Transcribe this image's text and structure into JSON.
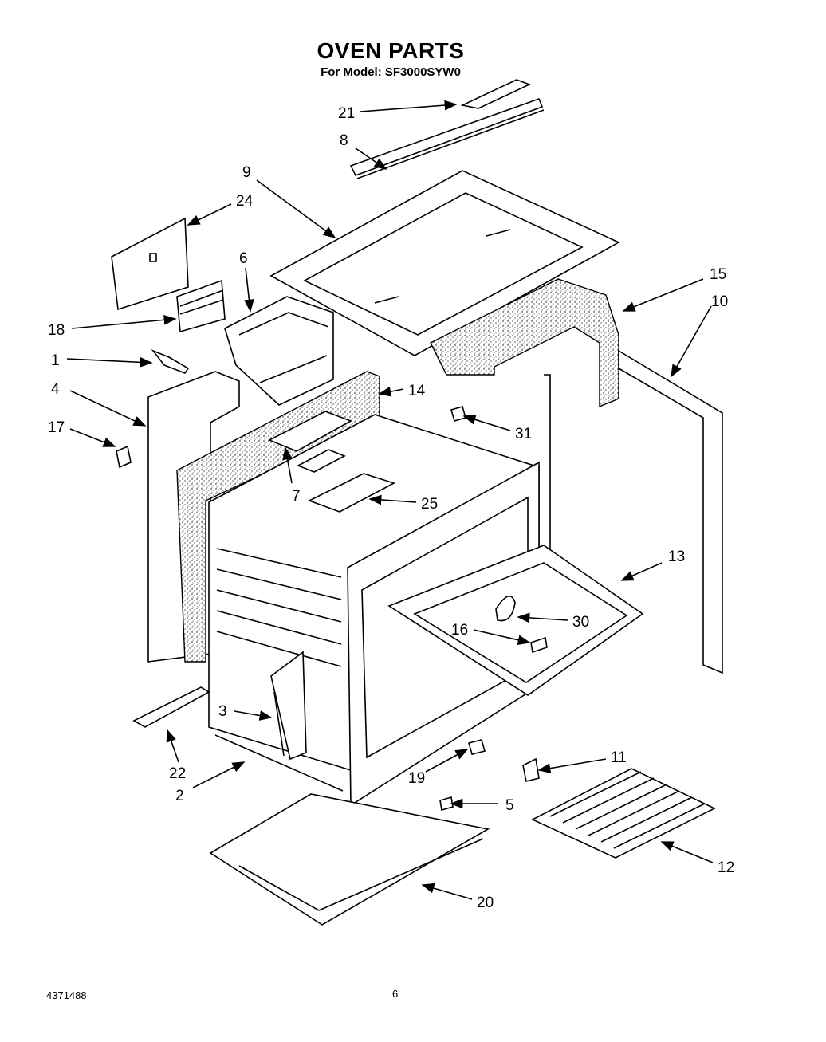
{
  "header": {
    "title": "OVEN PARTS",
    "subtitle": "For Model: SF3000SYW0"
  },
  "footer": {
    "doc_number": "4371488",
    "page_number": "6"
  },
  "callouts": [
    {
      "id": "21",
      "label": "21"
    },
    {
      "id": "8",
      "label": "8"
    },
    {
      "id": "9",
      "label": "9"
    },
    {
      "id": "24",
      "label": "24"
    },
    {
      "id": "6",
      "label": "6"
    },
    {
      "id": "15",
      "label": "15"
    },
    {
      "id": "10",
      "label": "10"
    },
    {
      "id": "18",
      "label": "18"
    },
    {
      "id": "1",
      "label": "1"
    },
    {
      "id": "14",
      "label": "14"
    },
    {
      "id": "4",
      "label": "4"
    },
    {
      "id": "31",
      "label": "31"
    },
    {
      "id": "17",
      "label": "17"
    },
    {
      "id": "7",
      "label": "7"
    },
    {
      "id": "25",
      "label": "25"
    },
    {
      "id": "13",
      "label": "13"
    },
    {
      "id": "30",
      "label": "30"
    },
    {
      "id": "16",
      "label": "16"
    },
    {
      "id": "3",
      "label": "3"
    },
    {
      "id": "11",
      "label": "11"
    },
    {
      "id": "22",
      "label": "22"
    },
    {
      "id": "19",
      "label": "19"
    },
    {
      "id": "2",
      "label": "2"
    },
    {
      "id": "5",
      "label": "5"
    },
    {
      "id": "12",
      "label": "12"
    },
    {
      "id": "20",
      "label": "20"
    }
  ]
}
